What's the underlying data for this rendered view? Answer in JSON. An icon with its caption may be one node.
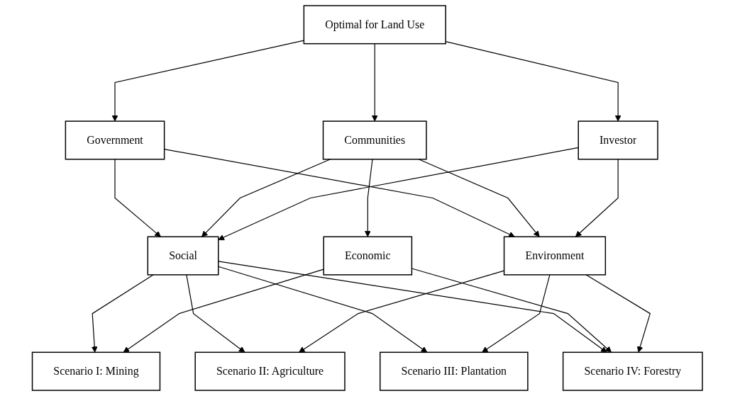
{
  "diagram": {
    "nodes": [
      {
        "text": [
          "Optimal for Land Use"
        ]
      },
      {
        "text": [
          "Government"
        ]
      },
      {
        "text": [
          "Communities"
        ]
      },
      {
        "text": [
          "Investor"
        ]
      },
      {
        "text": [
          "Social"
        ]
      },
      {
        "text": [
          "Economic"
        ]
      },
      {
        "text": [
          "Environment"
        ]
      },
      {
        "text": [
          "Scenario I: Mining"
        ]
      },
      {
        "text": [
          "Scenario II: Agriculture"
        ]
      },
      {
        "text": [
          "Scenario III: Plantation"
        ]
      },
      {
        "text": [
          "Scenario IV: Forestry"
        ]
      }
    ],
    "edges": [
      {
        "from": 0,
        "to": 1,
        "arrow": "to"
      },
      {
        "from": 0,
        "to": 2,
        "arrow": "to"
      },
      {
        "from": 0,
        "to": 3,
        "arrow": "to"
      },
      {
        "from": 1,
        "to": 4,
        "arrow": "to"
      },
      {
        "from": 1,
        "to": 6,
        "arrow": "to"
      },
      {
        "from": 2,
        "to": 4,
        "arrow": "to"
      },
      {
        "from": 2,
        "to": 5,
        "arrow": "to"
      },
      {
        "from": 2,
        "to": 6,
        "arrow": "to"
      },
      {
        "from": 3,
        "to": 4,
        "arrow": "to"
      },
      {
        "from": 3,
        "to": 6,
        "arrow": "to"
      },
      {
        "from": 4,
        "to": 7,
        "arrow": "to"
      },
      {
        "from": 4,
        "to": 8,
        "arrow": "to"
      },
      {
        "from": 4,
        "to": 9,
        "arrow": "to"
      },
      {
        "from": 4,
        "to": 10,
        "arrow": "to"
      },
      {
        "from": 5,
        "to": 7,
        "arrow": "to"
      },
      {
        "from": 5,
        "to": 10,
        "arrow": "to"
      },
      {
        "from": 6,
        "to": 8,
        "arrow": "to"
      },
      {
        "from": 6,
        "to": 9,
        "arrow": "to"
      },
      {
        "from": 6,
        "to": 10,
        "arrow": "to"
      }
    ]
  }
}
